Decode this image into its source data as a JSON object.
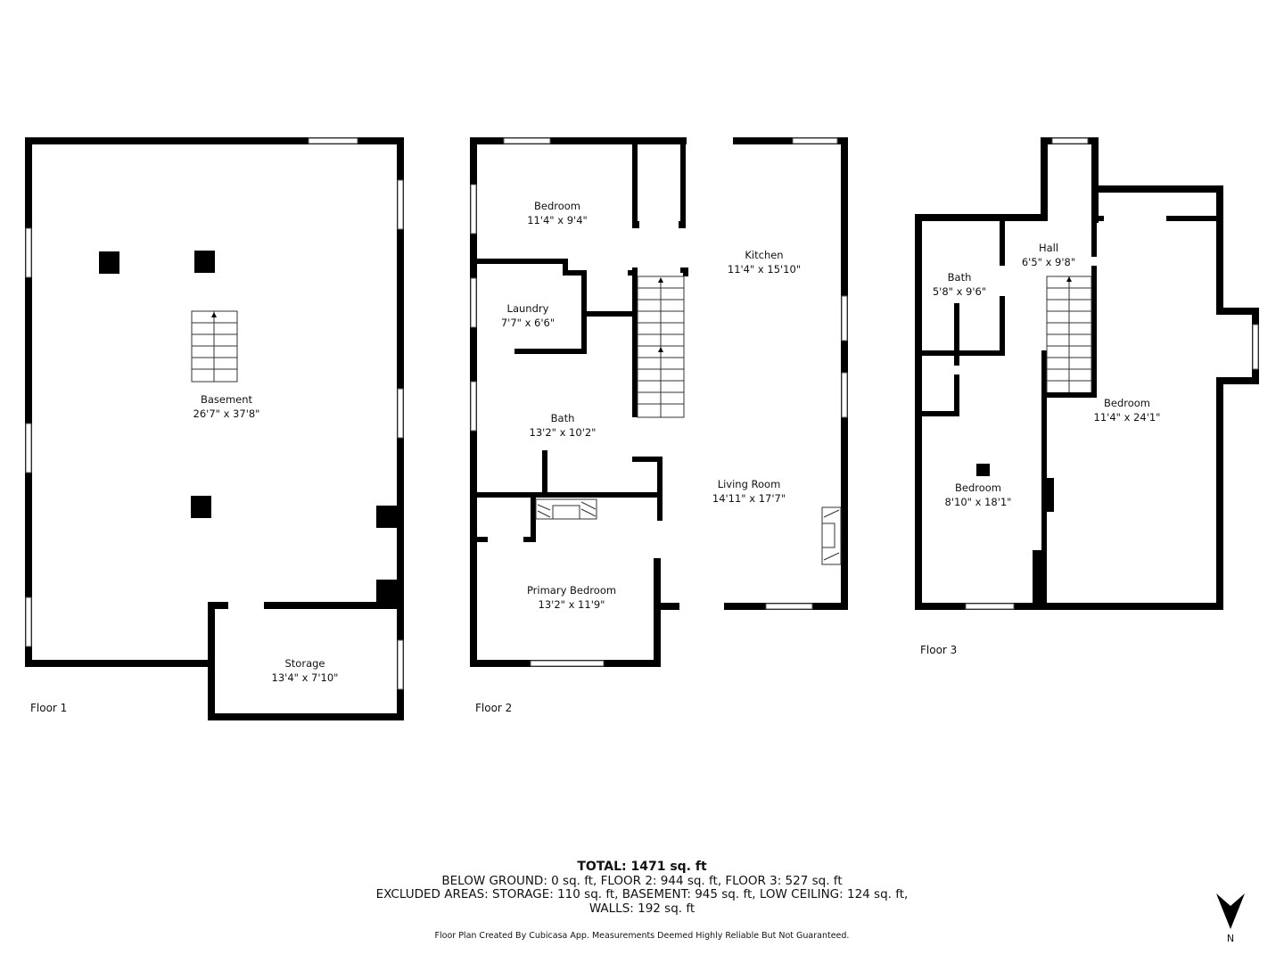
{
  "floors": [
    {
      "label": "Floor 1",
      "rooms": [
        {
          "name": "Basement",
          "dims": "26'7\" x 37'8\""
        },
        {
          "name": "Storage",
          "dims": "13'4\" x 7'10\""
        }
      ]
    },
    {
      "label": "Floor 2",
      "rooms": [
        {
          "name": "Bedroom",
          "dims": "11'4\" x 9'4\""
        },
        {
          "name": "Kitchen",
          "dims": "11'4\" x 15'10\""
        },
        {
          "name": "Laundry",
          "dims": "7'7\" x 6'6\""
        },
        {
          "name": "Bath",
          "dims": "13'2\" x 10'2\""
        },
        {
          "name": "Living Room",
          "dims": "14'11\" x 17'7\""
        },
        {
          "name": "Primary Bedroom",
          "dims": "13'2\" x 11'9\""
        }
      ]
    },
    {
      "label": "Floor 3",
      "rooms": [
        {
          "name": "Hall",
          "dims": "6'5\" x 9'8\""
        },
        {
          "name": "Bath",
          "dims": "5'8\" x 9'6\""
        },
        {
          "name": "Bedroom",
          "dims": "11'4\" x 24'1\""
        },
        {
          "name": "Bedroom",
          "dims": "8'10\" x 18'1\""
        }
      ]
    }
  ],
  "summary": {
    "total": "TOTAL: 1471 sq. ft",
    "line1": "BELOW GROUND: 0 sq. ft, FLOOR 2: 944 sq. ft, FLOOR 3: 527 sq. ft",
    "line2": "EXCLUDED AREAS: STORAGE: 110 sq. ft, BASEMENT: 945 sq. ft, LOW CEILING: 124 sq. ft,",
    "line3": "WALLS: 192 sq. ft"
  },
  "credit": "Floor Plan Created By Cubicasa App. Measurements Deemed Highly Reliable But Not Guaranteed.",
  "compass": {
    "icon": "north-arrow-icon",
    "label": "N"
  },
  "colors": {
    "wall": "#000000",
    "background": "#ffffff"
  }
}
